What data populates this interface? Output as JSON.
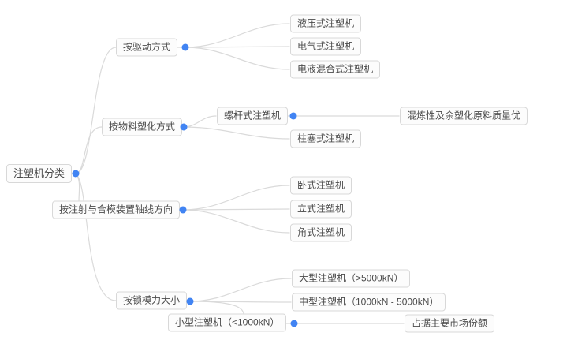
{
  "colors": {
    "node_dot": "#4184f3",
    "connector_line": "#dadada",
    "node_border": "#d8d8d8",
    "node_background": "#fcfcfc",
    "node_text": "#4a4a4a"
  },
  "mindmap": {
    "root": {
      "label": "注塑机分类"
    },
    "branches": [
      {
        "label": "按驱动方式",
        "children": [
          {
            "label": "液压式注塑机"
          },
          {
            "label": "电气式注塑机"
          },
          {
            "label": "电液混合式注塑机"
          }
        ]
      },
      {
        "label": "按物料塑化方式",
        "children": [
          {
            "label": "螺杆式注塑机",
            "note": "混炼性及余塑化原料质量优"
          },
          {
            "label": "柱塞式注塑机"
          }
        ]
      },
      {
        "label": "按注射与合模装置轴线方向",
        "children": [
          {
            "label": "卧式注塑机"
          },
          {
            "label": "立式注塑机"
          },
          {
            "label": "角式注塑机"
          }
        ]
      },
      {
        "label": "按锁模力大小",
        "children": [
          {
            "label": "大型注塑机（>5000kN）"
          },
          {
            "label": "中型注塑机（1000kN - 5000kN）"
          },
          {
            "label": "小型注塑机（<1000kN）",
            "note": "占据主要市场份额"
          }
        ]
      }
    ]
  }
}
